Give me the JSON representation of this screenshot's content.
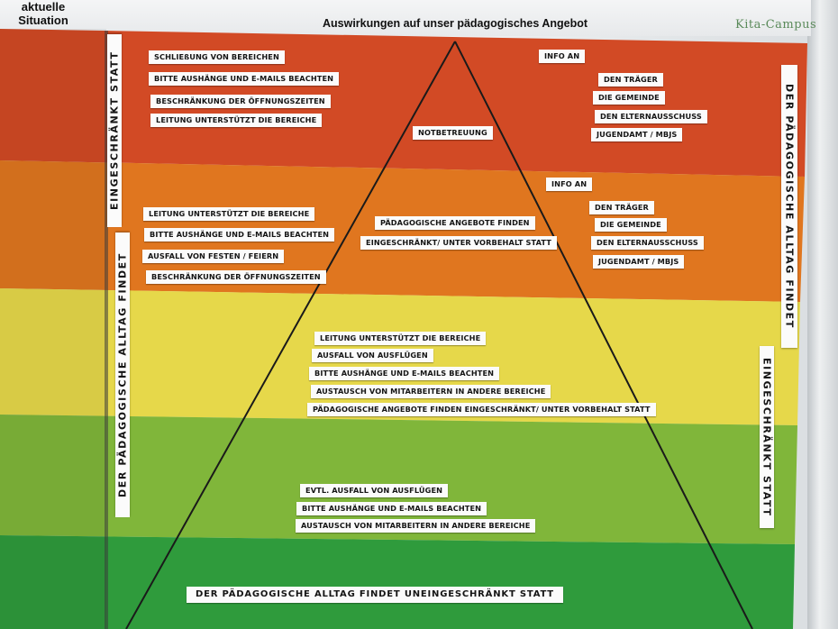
{
  "header": {
    "left_line1": "aktuelle",
    "left_line2": "Situation",
    "title": "Auswirkungen auf unser pädagogisches Angebot",
    "logo": "Kita-Campus"
  },
  "colors": {
    "red": "#d24a25",
    "orange": "#e0761f",
    "yellow": "#e6d84a",
    "lightgreen": "#7fb53a",
    "green": "#2f9b3c"
  },
  "left_vertical": {
    "top": "EINGESCHRÄNKT STATT",
    "bottom": "DER PÄDAGOGISCHE ALLTAG FINDET"
  },
  "right_vertical": {
    "top": "DER PÄDAGOGISCHE ALLTAG FINDET",
    "bottom": "EINGESCHRÄNKT STATT"
  },
  "red_zone": {
    "left": [
      "SCHLIEßUNG VON BEREICHEN",
      "BITTE AUSHÄNGE UND E-MAILS BEACHTEN",
      "BESCHRÄNKUNG DER ÖFFNUNGSZEITEN",
      "LEITUNG UNTERSTÜTZT DIE BEREICHE"
    ],
    "center": "NOTBETREUUNG",
    "info": "INFO AN",
    "right": [
      "DEN TRÄGER",
      "DIE GEMEINDE",
      "DEN ELTERNAUSSCHUSS",
      "JUGENDAMT / MBJS"
    ]
  },
  "orange_zone": {
    "left": [
      "LEITUNG UNTERSTÜTZT DIE BEREICHE",
      "BITTE AUSHÄNGE UND E-MAILS BEACHTEN",
      "AUSFALL VON FESTEN / FEIERN",
      "BESCHRÄNKUNG DER ÖFFNUNGSZEITEN"
    ],
    "center": [
      "PÄDAGOGISCHE ANGEBOTE FINDEN",
      "EINGESCHRÄNKT/ UNTER VORBEHALT STATT"
    ],
    "info": "INFO AN",
    "right": [
      "DEN TRÄGER",
      "DIE GEMEINDE",
      "DEN ELTERNAUSSCHUSS",
      "JUGENDAMT / MBJS"
    ]
  },
  "yellow_zone": {
    "center": [
      "LEITUNG UNTERSTÜTZT DIE BEREICHE",
      "AUSFALL VON AUSFLÜGEN",
      "BITTE AUSHÄNGE UND E-MAILS BEACHTEN",
      "AUSTAUSCH VON MITARBEITERN IN ANDERE BEREICHE",
      "PÄDAGOGISCHE ANGEBOTE FINDEN EINGESCHRÄNKT/ UNTER VORBEHALT STATT"
    ]
  },
  "lightgreen_zone": {
    "center": [
      "EVTL. AUSFALL VON AUSFLÜGEN",
      "BITTE AUSHÄNGE UND E-MAILS BEACHTEN",
      "AUSTAUSCH VON MITARBEITERN IN ANDERE BEREICHE"
    ]
  },
  "green_zone": {
    "center": "DER PÄDAGOGISCHE ALLTAG FINDET UNEINGESCHRÄNKT STATT"
  }
}
